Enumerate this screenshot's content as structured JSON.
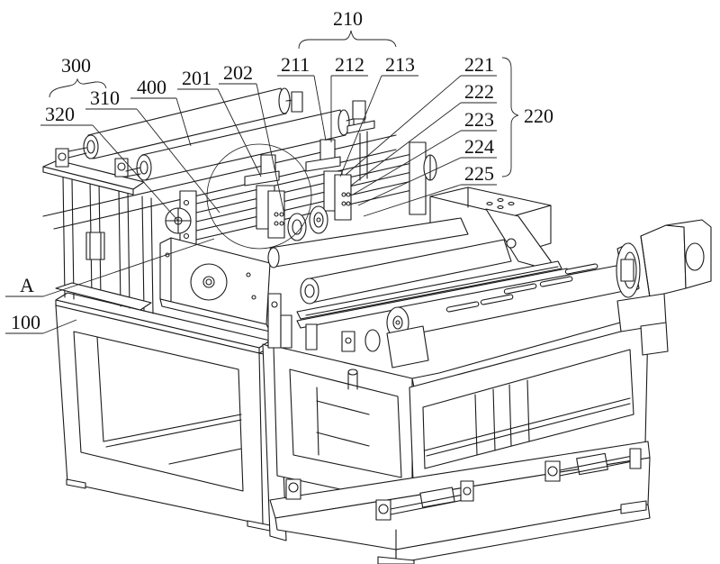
{
  "figure": {
    "type": "patent line drawing",
    "subject": "slitting / rewinding machine, perspective view"
  },
  "labels": {
    "l300": "300",
    "l310": "310",
    "l320": "320",
    "l400": "400",
    "l201": "201",
    "l202": "202",
    "l210": "210",
    "l211": "211",
    "l212": "212",
    "l213": "213",
    "l220": "220",
    "l221": "221",
    "l222": "222",
    "l223": "223",
    "l224": "224",
    "l225": "225",
    "lA": "A",
    "l100": "100"
  },
  "groups": {
    "g210": [
      "211",
      "212",
      "213"
    ],
    "g220": [
      "221",
      "222",
      "223",
      "224",
      "225"
    ],
    "g300": [
      "310",
      "320"
    ]
  },
  "detail_circle_label": "A"
}
